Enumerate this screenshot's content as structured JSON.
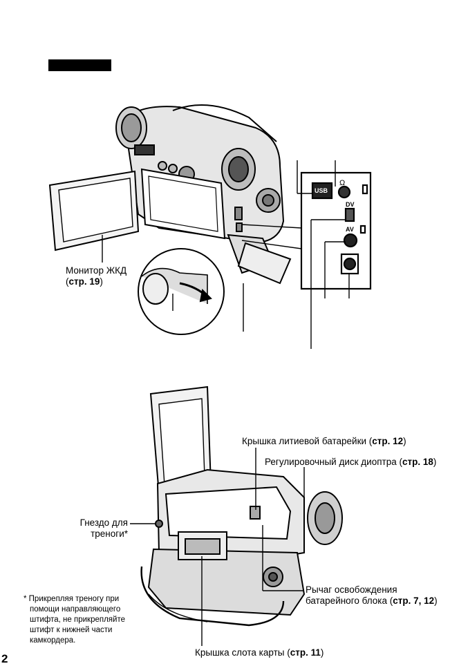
{
  "header_bar": "",
  "labels": {
    "lcd_monitor_line1": "Монитор ЖКД",
    "lcd_monitor_line2_pre": "(",
    "lcd_monitor_line2_bold": "стр. 19",
    "lcd_monitor_line2_post": ")",
    "lithium_cover_text": "Крышка литиевой батарейки (",
    "lithium_cover_ref": "стр. 12",
    "lithium_cover_close": ")",
    "diopter_text": "Регулировочный диск диоптра (",
    "diopter_ref": "стр. 18",
    "diopter_close": ")",
    "tripod_line1": "Гнездо для",
    "tripod_line2": "треноги*",
    "release_line1": "Рычаг освобождения",
    "release_line2_text": "батарейного блока (",
    "release_line2_ref": "стр. 7, 12",
    "release_line2_close": ")",
    "card_slot_text": "Крышка слота карты (",
    "card_slot_ref": "стр. 11",
    "card_slot_close": ")"
  },
  "jack_labels": {
    "usb": "USB",
    "dv": "DV",
    "av": "AV",
    "headphone": "Ω"
  },
  "footnote": {
    "line1": "* Прикрепляя треногу при",
    "line2": "помощи направляющего",
    "line3": "штифта, не прикрепляйте",
    "line4": "штифт к нижней части",
    "line5": "камкордера."
  },
  "page_number": "2",
  "colors": {
    "ink": "#000000",
    "light_gray": "#d9d9d9",
    "mid_gray": "#9a9a9a",
    "dark_gray": "#555555"
  }
}
